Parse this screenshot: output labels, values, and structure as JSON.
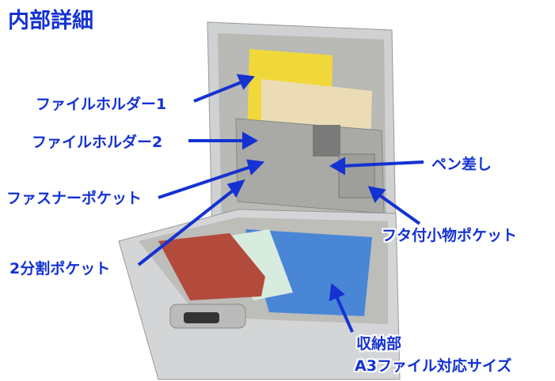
{
  "title": "内部詳細",
  "labels": {
    "file_holder_1": "ファイルホルダー1",
    "file_holder_2": "ファイルホルダー2",
    "zipper_pocket": "ファスナーポケット",
    "split_pocket": "2分割ポケット",
    "pen_holder": "ペン差し",
    "flap_pocket": "フタ付小物ポケット",
    "storage": "収納部",
    "storage_size": "A3ファイル対応サイズ"
  },
  "colors": {
    "label": "#1432d2",
    "case": "#c9cbcc",
    "interior": "#b8b8b4"
  }
}
